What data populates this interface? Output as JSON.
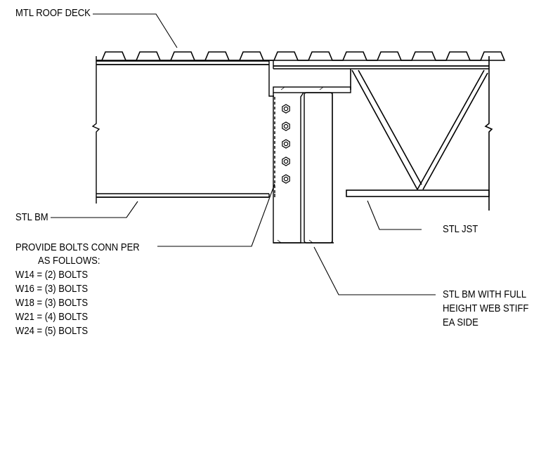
{
  "labels": {
    "deck": "MTL ROOF DECK",
    "beam": "STL BM",
    "joist": "STL JST",
    "bolts_line1": "PROVIDE BOLTS CONN PER",
    "bolts_line2": "AS FOLLOWS:",
    "girder_line1": "STL BM WITH FULL",
    "girder_line2": "HEIGHT WEB STIFF",
    "girder_line3": "EA SIDE"
  },
  "bolt_schedule": [
    "W14 = (2) BOLTS",
    "W16 = (3) BOLTS",
    "W18 = (3) BOLTS",
    "W21 = (4) BOLTS",
    "W24 = (5) BOLTS"
  ]
}
